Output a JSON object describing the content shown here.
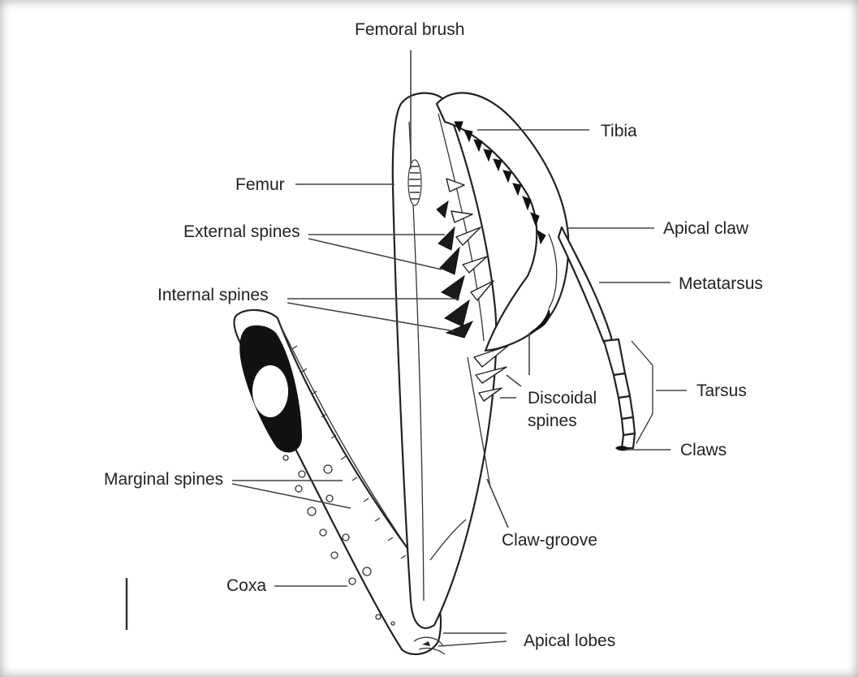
{
  "labels": {
    "femoral_brush": "Femoral brush",
    "tibia": "Tibia",
    "femur": "Femur",
    "apical_claw": "Apical claw",
    "external_spines": "External spines",
    "metatarsus": "Metatarsus",
    "internal_spines": "Internal spines",
    "tarsus": "Tarsus",
    "discoidal_spines_line1": "Discoidal",
    "discoidal_spines_line2": "spines",
    "claws": "Claws",
    "marginal_spines": "Marginal spines",
    "claw_groove": "Claw-groove",
    "coxa": "Coxa",
    "apical_lobes": "Apical lobes"
  },
  "colors": {
    "ink": "#222222",
    "background": "#ffffff"
  }
}
